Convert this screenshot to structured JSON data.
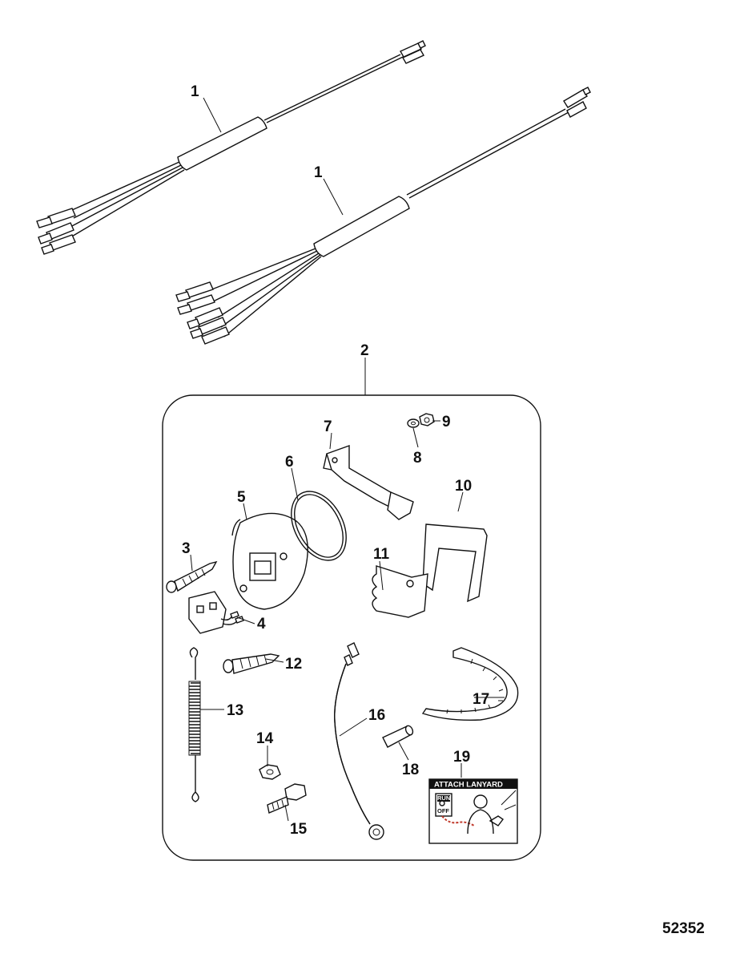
{
  "figure_number": "52352",
  "callouts": {
    "c1a": "1",
    "c1b": "1",
    "c2": "2",
    "c3": "3",
    "c4": "4",
    "c5": "5",
    "c6": "6",
    "c7": "7",
    "c8": "8",
    "c9": "9",
    "c10": "10",
    "c11": "11",
    "c12": "12",
    "c13": "13",
    "c14": "14",
    "c15": "15",
    "c16": "16",
    "c17": "17",
    "c18": "18",
    "c19": "19"
  },
  "decal": {
    "title": "ATTACH LANYARD",
    "run": "RUN",
    "off": "OFF"
  }
}
